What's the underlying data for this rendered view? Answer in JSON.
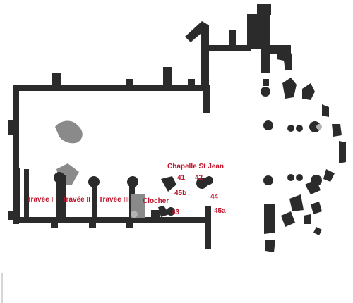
{
  "colors": {
    "label": "#c0142c",
    "wall": "#2b2b2b",
    "shade": "#8a8a8a"
  },
  "labels": {
    "chapel": "Chapelle St Jean",
    "travee_1": "Travée I",
    "travee_2": "Travée II",
    "travee_3": "Travée III",
    "clocher": "Clocher",
    "n41": "41",
    "n42": "42",
    "n44": "44",
    "n45b": "45b",
    "n43": "43",
    "n45a": "45a"
  }
}
